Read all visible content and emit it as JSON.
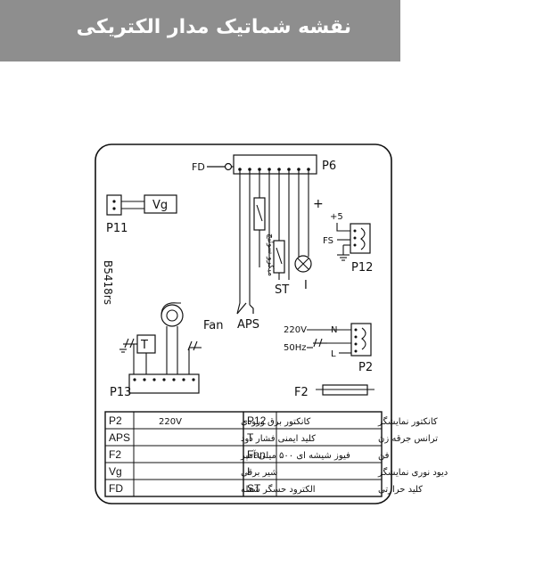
{
  "title": "نقشه شماتیک مدار الکتریکی",
  "colors": {
    "banner": "#8e8e8e",
    "line": "#111111",
    "title_text": "#ffffff"
  },
  "labels": {
    "fd": "FD",
    "p6": "P6",
    "plus": "+",
    "vg": "Vg",
    "p11": "P11",
    "micro_switch": "میکرو سوئیچ",
    "st": "ST",
    "i": "I",
    "plus5": "+5",
    "fs": "FS",
    "p12": "P12",
    "model": "B5418rs",
    "fan": "Fan",
    "aps": "APS",
    "t": "T",
    "p13": "P13",
    "v220": "220V",
    "n": "N",
    "hz50": "50Hz",
    "l": "L",
    "p2": "P2",
    "f2": "F2"
  },
  "legend_rows": [
    {
      "left_code": "P2",
      "left_desc": "کانکتور برق ورودی",
      "left_extra": "220V",
      "right_code": "P12",
      "right_desc": "کانکتور نمایشگر"
    },
    {
      "left_code": "APS",
      "left_desc": "کلید ایمنی فشار دود",
      "left_extra": "",
      "right_code": "T",
      "right_desc": "ترانس جرقه زن"
    },
    {
      "left_code": "F2",
      "left_desc": "فیوز شیشه ای ۵۰۰ میلی آمپر",
      "left_extra": "",
      "right_code": "Fan",
      "right_desc": "فن"
    },
    {
      "left_code": "Vg",
      "left_desc": "شیر برقی",
      "left_extra": "",
      "right_code": "I",
      "right_desc": "دیود نوری نمایشگر"
    },
    {
      "left_code": "FD",
      "left_desc": "الکترود حسگر شعله",
      "left_extra": "",
      "right_code": "ST",
      "right_desc": "کلید حرارتی"
    }
  ]
}
